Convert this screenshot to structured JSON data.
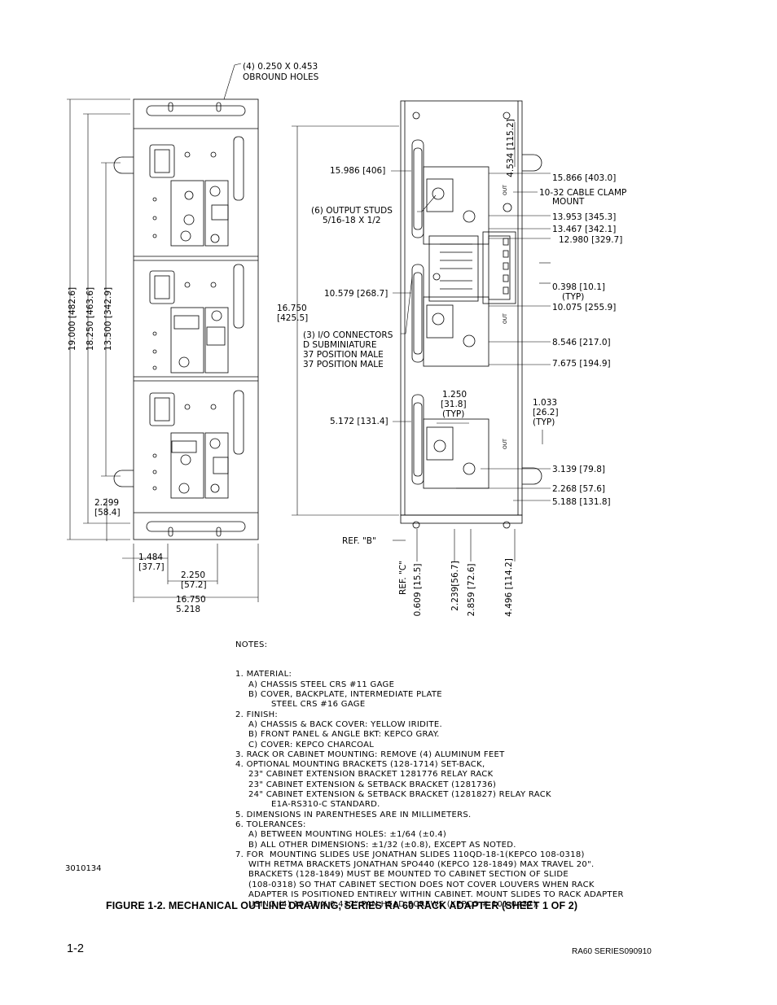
{
  "dimensions": {
    "obround_holes": [
      "(4) 0.250 X 0.453",
      "OBROUND HOLES"
    ],
    "height_19_000": "19.000 [482.6]",
    "height_18_250": "18.250 [463.6]",
    "height_13_500": "13.500 [342.9]",
    "left_2_299": [
      "2.299",
      "[58.4]"
    ],
    "bottom_1_484": [
      "1.484",
      "[37.7]"
    ],
    "bottom_2_250": [
      "2.250",
      "[57.2]"
    ],
    "bottom_16_750": [
      "16.750",
      "5.218"
    ],
    "rear_15_986": "15.986 [406]",
    "rear_16_750": [
      "16.750",
      "[425.5]"
    ],
    "rear_10_579": "10.579 [268.7]",
    "rear_5_172": "5.172 [131.4]",
    "output_studs": [
      "(6) OUTPUT STUDS",
      "5/16-18 X 1/2"
    ],
    "io_connectors": [
      "(3) I/O CONNECTORS",
      "D SUBMINIATURE",
      "37 POSITION MALE",
      "37 POSITION MALE"
    ],
    "top_4_534": "4.534 [115.2]",
    "r_15_866": "15.866 [403.0]",
    "cable_clamp": [
      "10-32 CABLE CLAMP",
      "MOUNT"
    ],
    "r_13_953": "13.953 [345.3]",
    "r_13_467": "13.467 [342.1]",
    "r_12_980": "12.980 [329.7]",
    "r_0_398": [
      "0.398 [10.1]",
      "(TYP)"
    ],
    "r_10_075": "10.075 [255.9]",
    "r_8_546": "8.546 [217.0]",
    "r_7_675": "7.675 [194.9]",
    "mid_1_250": [
      "1.250",
      "[31.8]",
      "(TYP)"
    ],
    "mid_1_033": [
      "1.033",
      "[26.2]",
      "(TYP)"
    ],
    "r_3_139": "3.139 [79.8]",
    "r_2_268": "2.268 [57.6]",
    "r_5_188": "5.188 [131.8]",
    "ref_b": "REF. \"B\"",
    "ref_c": "REF. \"C\"",
    "v_0_609": "0.609 [15.5]",
    "v_2_239": "2.239[56.7]",
    "v_2_859": "2.859 [72.6]",
    "v_4_496": "4.496 [114.2]",
    "out": "OUT"
  },
  "notes": {
    "heading": "NOTES:",
    "lines": [
      {
        "text": "1. MATERIAL:",
        "indent": 0
      },
      {
        "text": "A) CHASSIS STEEL CRS #11 GAGE",
        "indent": 1
      },
      {
        "text": "B) COVER, BACKPLATE, INTERMEDIATE PLATE",
        "indent": 1
      },
      {
        "text": "STEEL CRS #16 GAGE",
        "indent": 2
      },
      {
        "text": "2. FINISH:",
        "indent": 0
      },
      {
        "text": "A) CHASSIS & BACK COVER: YELLOW IRIDITE.",
        "indent": 1
      },
      {
        "text": "B) FRONT PANEL & ANGLE BKT: KEPCO GRAY.",
        "indent": 1
      },
      {
        "text": "C) COVER: KEPCO CHARCOAL",
        "indent": 1
      },
      {
        "text": "3. RACK OR CABINET MOUNTING: REMOVE (4) ALUMINUM FEET",
        "indent": 0
      },
      {
        "text": "4. OPTIONAL MOUNTING BRACKETS (128-1714) SET-BACK,",
        "indent": 0
      },
      {
        "text": "23\" CABINET EXTENSION BRACKET 1281776 RELAY RACK",
        "indent": 1
      },
      {
        "text": "23\" CABINET EXTENSION & SETBACK BRACKET (1281736)",
        "indent": 1
      },
      {
        "text": "24\" CABINET EXTENSION & SETBACK BRACKET (1281827) RELAY RACK",
        "indent": 1
      },
      {
        "text": "E1A-RS310-C STANDARD.",
        "indent": 2
      },
      {
        "text": "5. DIMENSIONS IN PARENTHESES ARE IN MILLIMETERS.",
        "indent": 0
      },
      {
        "text": "6. TOLERANCES:",
        "indent": 0
      },
      {
        "text": "A) BETWEEN MOUNTING HOLES: ±1/64 (±0.4)",
        "indent": 1
      },
      {
        "text": "B) ALL OTHER DIMENSIONS: ±1/32 (±0.8), EXCEPT AS NOTED.",
        "indent": 1
      },
      {
        "text": "7. FOR  MOUNTING SLIDES USE JONATHAN SLIDES 110QD-18-1(KEPCO 108-0318)",
        "indent": 0
      },
      {
        "text": "WITH RETMA BRACKETS JONATHAN SPO440 (KEPCO 128-1849) MAX TRAVEL 20\".",
        "indent": 1
      },
      {
        "text": "BRACKETS (128-1849) MUST BE MOUNTED TO CABINET SECTION OF SLIDE",
        "indent": 1
      },
      {
        "text": "(108-0318) SO THAT CABINET SECTION DOES NOT COVER LOUVERS WHEN RACK",
        "indent": 1
      },
      {
        "text": "ADAPTER IS POSITIONED ENTIRELY WITHIN CABINET. MOUNT SLIDES TO RACK ADAPTER",
        "indent": 1
      },
      {
        "text": "USING (4) 10-32 X 0.437\" PAN HEAD SCREWS (KEPCO # 101-0437).",
        "indent": 1
      }
    ]
  },
  "drawing_number": "3010134",
  "caption": "FIGURE 1-2.    MECHANICAL OUTLINE DRAWING, SERIES RA 60 RACK ADAPTER (SHEET 1 OF 2)",
  "page_number": "1-2",
  "document_id": "RA60 SERIES090910"
}
